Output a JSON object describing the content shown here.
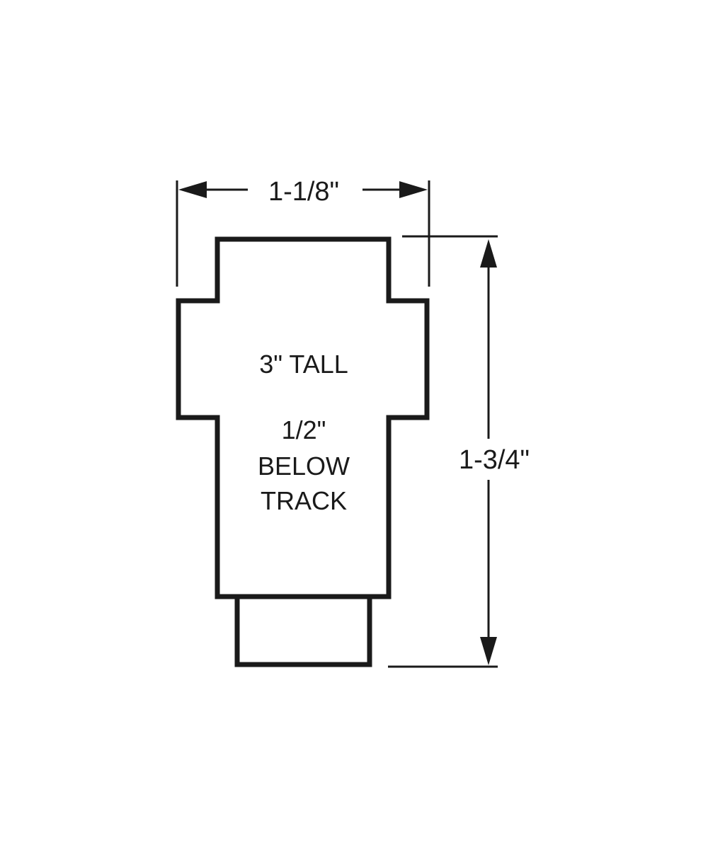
{
  "dimensions": {
    "width_label": "1-1/8\"",
    "height_label": "1-3/4\""
  },
  "body_text": {
    "line1": "3\" TALL",
    "line2": "1/2\"",
    "line3": "BELOW",
    "line4": "TRACK"
  },
  "colors": {
    "stroke": "#1a1a1a",
    "background": "#ffffff"
  }
}
